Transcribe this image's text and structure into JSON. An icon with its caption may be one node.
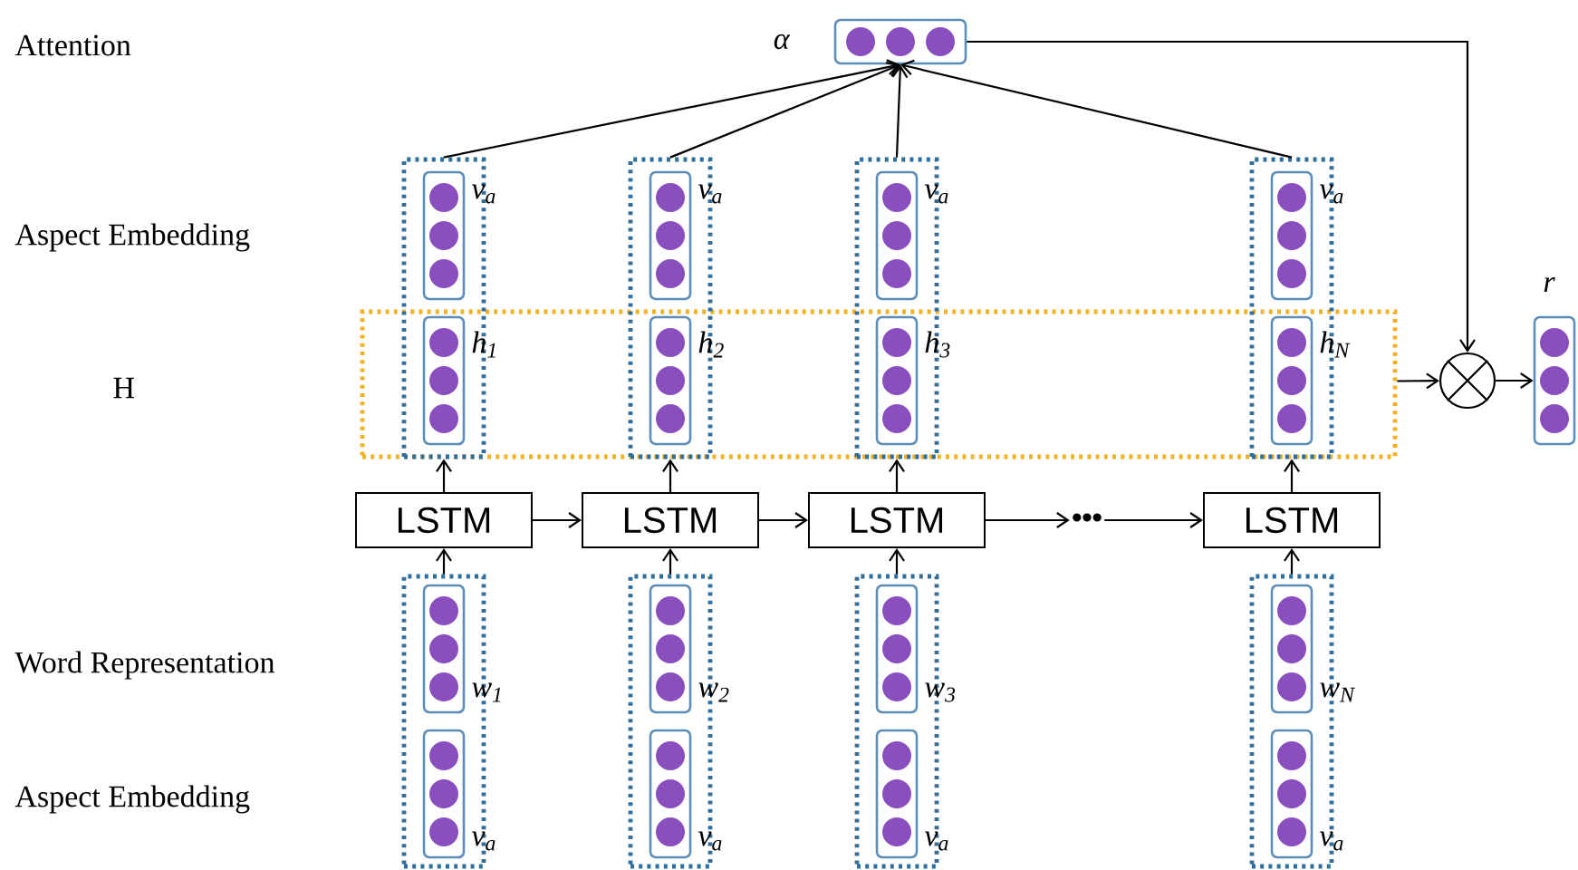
{
  "diagram": {
    "nodes": [
      {
        "text": [],
        "shape": "box",
        "beside": [
          "α"
        ]
      },
      {
        "text": [],
        "shape": "box"
      },
      {
        "text": [],
        "shape": "circle"
      },
      {
        "text": [],
        "shape": "box",
        "beside": [
          "r"
        ]
      },
      {
        "text": [],
        "shape": "box"
      },
      {
        "text": [],
        "shape": "box",
        "in": 4,
        "beside": [
          "v$_{a}$"
        ]
      },
      {
        "text": [],
        "shape": "box",
        "beside": [
          "h$_{1}$"
        ]
      },
      {
        "text": [
          "LSTM"
        ]
      },
      {
        "text": [],
        "shape": "box"
      },
      {
        "text": [],
        "shape": "box",
        "in": 8,
        "beside": [
          "w$_{1}$"
        ]
      },
      {
        "text": [],
        "shape": "box",
        "in": 8,
        "beside": [
          "v$_{a}$"
        ]
      },
      {
        "text": [],
        "shape": "box"
      },
      {
        "text": [],
        "shape": "box",
        "in": 11,
        "beside": [
          "v$_{a}$"
        ]
      },
      {
        "text": [],
        "shape": "box",
        "beside": [
          "h$_{2}$"
        ]
      },
      {
        "text": [
          "LSTM"
        ]
      },
      {
        "text": [],
        "shape": "box"
      },
      {
        "text": [],
        "shape": "box",
        "in": 15,
        "beside": [
          "w$_{2}$"
        ]
      },
      {
        "text": [],
        "shape": "box",
        "in": 15,
        "beside": [
          "v$_{a}$"
        ]
      },
      {
        "text": [],
        "shape": "box"
      },
      {
        "text": [],
        "shape": "box",
        "in": 18,
        "beside": [
          "v$_{a}$"
        ]
      },
      {
        "text": [],
        "shape": "box",
        "beside": [
          "h$_{3}$"
        ]
      },
      {
        "text": [
          "LSTM"
        ]
      },
      {
        "text": [],
        "shape": "box"
      },
      {
        "text": [],
        "shape": "box",
        "in": 22,
        "beside": [
          "w$_{3}$"
        ]
      },
      {
        "text": [],
        "shape": "box",
        "in": 22,
        "beside": [
          "v$_{a}$"
        ]
      },
      {
        "text": [],
        "shape": "box"
      },
      {
        "text": [],
        "shape": "box",
        "in": 25,
        "beside": [
          "v$_{a}$"
        ]
      },
      {
        "text": [],
        "shape": "box",
        "beside": [
          "h$_{N}$"
        ]
      },
      {
        "text": [
          "LSTM"
        ]
      },
      {
        "text": [],
        "shape": "box"
      },
      {
        "text": [],
        "shape": "box",
        "in": 29,
        "beside": [
          "w$_{N}$"
        ]
      },
      {
        "text": [],
        "shape": "box",
        "in": 29,
        "beside": [
          "v$_{a}$"
        ]
      },
      {
        "text": [
          "•••"
        ]
      }
    ],
    "edges": [
      {
        "from": 4,
        "to": 0,
        "arrow": "to"
      },
      {
        "from": 11,
        "to": 0,
        "arrow": "to"
      },
      {
        "from": 18,
        "to": 0,
        "arrow": "to"
      },
      {
        "from": 25,
        "to": 0,
        "arrow": "to"
      },
      {
        "from": 0,
        "to": 2,
        "arrow": "to"
      },
      {
        "from": 1,
        "to": 2,
        "arrow": "to"
      },
      {
        "from": 2,
        "to": 3,
        "arrow": "to"
      },
      {
        "from": 7,
        "to": 4,
        "arrow": "to"
      },
      {
        "from": 8,
        "to": 7,
        "arrow": "to"
      },
      {
        "from": 14,
        "to": 11,
        "arrow": "to"
      },
      {
        "from": 15,
        "to": 14,
        "arrow": "to"
      },
      {
        "from": 21,
        "to": 18,
        "arrow": "to"
      },
      {
        "from": 22,
        "to": 21,
        "arrow": "to"
      },
      {
        "from": 28,
        "to": 25,
        "arrow": "to"
      },
      {
        "from": 29,
        "to": 28,
        "arrow": "to"
      },
      {
        "from": 7,
        "to": 14,
        "arrow": "to"
      },
      {
        "from": 14,
        "to": 21,
        "arrow": "to"
      },
      {
        "from": 21,
        "to": 32,
        "arrow": "to"
      },
      {
        "from": 32,
        "to": 28,
        "arrow": "to"
      }
    ],
    "labels": [
      "Attention",
      "Aspect Embedding",
      "H",
      "Word Representation",
      "Aspect Embedding"
    ]
  }
}
